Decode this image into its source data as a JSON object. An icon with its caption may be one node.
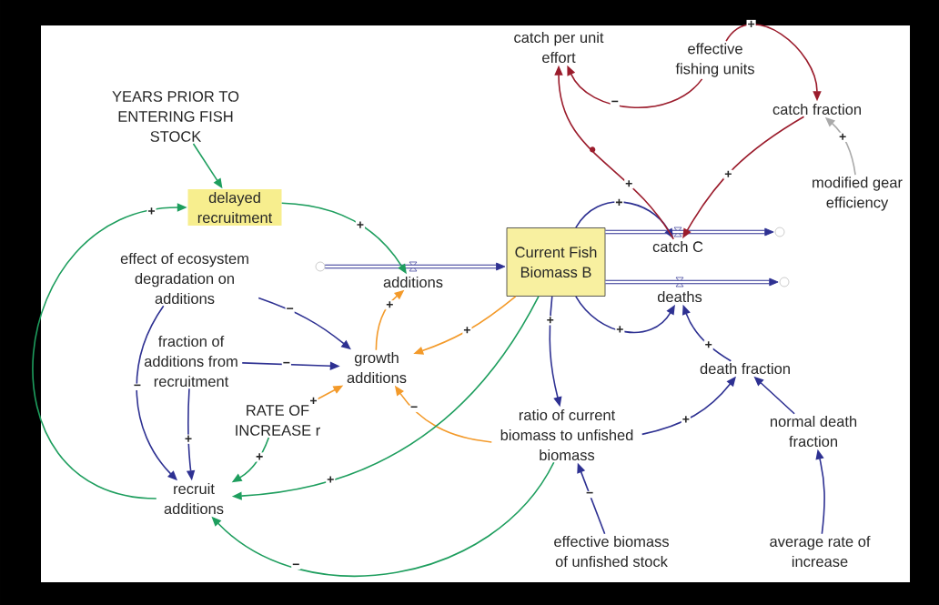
{
  "diagram": {
    "nodes": [
      {
        "text": [
          "catch per unit effort"
        ]
      },
      {
        "text": [
          "effective fishing units"
        ]
      },
      {
        "text": [
          "catch fraction"
        ]
      },
      {
        "text": [
          "YEARS PRIOR TO ENTERING FISH STOCK"
        ]
      },
      {
        "text": [
          "modified gear efficiency"
        ]
      },
      {
        "text": [
          "delayed recruitment"
        ]
      },
      {
        "text": [],
        "shape": "circle"
      },
      {
        "text": [
          "Current Fish Biomass B"
        ]
      },
      {
        "text": [
          "catch C"
        ]
      },
      {
        "text": [],
        "shape": "circle"
      },
      {
        "text": [
          "effect of ecosystem degradation on additions"
        ]
      },
      {
        "text": [
          "additions"
        ]
      },
      {
        "text": [
          "deaths"
        ]
      },
      {
        "text": [
          "growth additions"
        ]
      },
      {
        "text": [
          "fraction of additions from recruitment"
        ]
      },
      {
        "text": [
          "death fraction"
        ]
      },
      {
        "text": [
          "RATE OF INCREASE r"
        ]
      },
      {
        "text": [
          "ratio of current biomass to unfished biomass"
        ]
      },
      {
        "text": [
          "normal death fraction"
        ]
      },
      {
        "text": [
          "recruit additions"
        ]
      },
      {
        "text": [
          "effective biomass of unfished stock"
        ]
      },
      {
        "text": [
          "average rate of increase"
        ]
      },
      {
        "text": [],
        "shape": "circle"
      }
    ],
    "edges": [
      {
        "from": 6,
        "to": 7,
        "arrow": "to",
        "style": "thick"
      },
      {
        "from": 7,
        "to": 9,
        "arrow": "to",
        "style": "thick"
      },
      {
        "from": 7,
        "to": 22,
        "arrow": "to",
        "style": "thick"
      },
      {
        "from": 3,
        "to": 5,
        "arrow": "to",
        "color": "#1e9e5e"
      },
      {
        "from": 5,
        "to": 11,
        "arrow": "to",
        "label": "+",
        "color": "#1e9e5e"
      },
      {
        "from": 19,
        "to": 5,
        "arrow": "to",
        "label": "+",
        "color": "#1e9e5e"
      },
      {
        "from": 10,
        "to": 13,
        "arrow": "to",
        "label": "−"
      },
      {
        "from": 10,
        "to": 19,
        "arrow": "to",
        "label": "−"
      },
      {
        "from": 14,
        "to": 13,
        "arrow": "to",
        "label": "−"
      },
      {
        "from": 14,
        "to": 19,
        "arrow": "to",
        "label": "+"
      },
      {
        "from": 16,
        "to": 19,
        "arrow": "to",
        "label": "+",
        "color": "#1e9e5e"
      },
      {
        "from": 16,
        "to": 13,
        "arrow": "to",
        "label": "+",
        "color": "#f39a2a"
      },
      {
        "from": 13,
        "to": 11,
        "arrow": "to",
        "label": "+",
        "color": "#f39a2a"
      },
      {
        "from": 7,
        "to": 13,
        "arrow": "to",
        "label": "+",
        "color": "#f39a2a"
      },
      {
        "from": 17,
        "to": 13,
        "arrow": "to",
        "label": "−",
        "color": "#f39a2a"
      },
      {
        "from": 7,
        "to": 19,
        "arrow": "to",
        "label": "+",
        "color": "#1e9e5e"
      },
      {
        "from": 17,
        "to": 19,
        "arrow": "to",
        "label": "−",
        "color": "#1e9e5e"
      },
      {
        "from": 7,
        "to": 17,
        "arrow": "to",
        "label": "+"
      },
      {
        "from": 7,
        "to": 8,
        "arrow": "to",
        "label": "+"
      },
      {
        "from": 7,
        "to": 12,
        "arrow": "to",
        "label": "+"
      },
      {
        "from": 15,
        "to": 12,
        "arrow": "to",
        "label": "+"
      },
      {
        "from": 17,
        "to": 15,
        "arrow": "to",
        "label": "+"
      },
      {
        "from": 18,
        "to": 15,
        "arrow": "to"
      },
      {
        "from": 21,
        "to": 18,
        "arrow": "to"
      },
      {
        "from": 20,
        "to": 17,
        "arrow": "to",
        "label": "−"
      },
      {
        "from": 8,
        "to": 0,
        "arrow": "to",
        "label": "+",
        "color": "#9b1c2c"
      },
      {
        "from": 1,
        "to": 0,
        "arrow": "to",
        "label": "−",
        "color": "#9b1c2c"
      },
      {
        "from": 1,
        "to": 2,
        "arrow": "to",
        "label": "+",
        "color": "#9b1c2c"
      },
      {
        "from": 2,
        "to": 8,
        "arrow": "to",
        "label": "+",
        "color": "#9b1c2c"
      },
      {
        "from": 4,
        "to": 2,
        "arrow": "to",
        "label": "+",
        "color": "#aaaaaa"
      }
    ]
  }
}
